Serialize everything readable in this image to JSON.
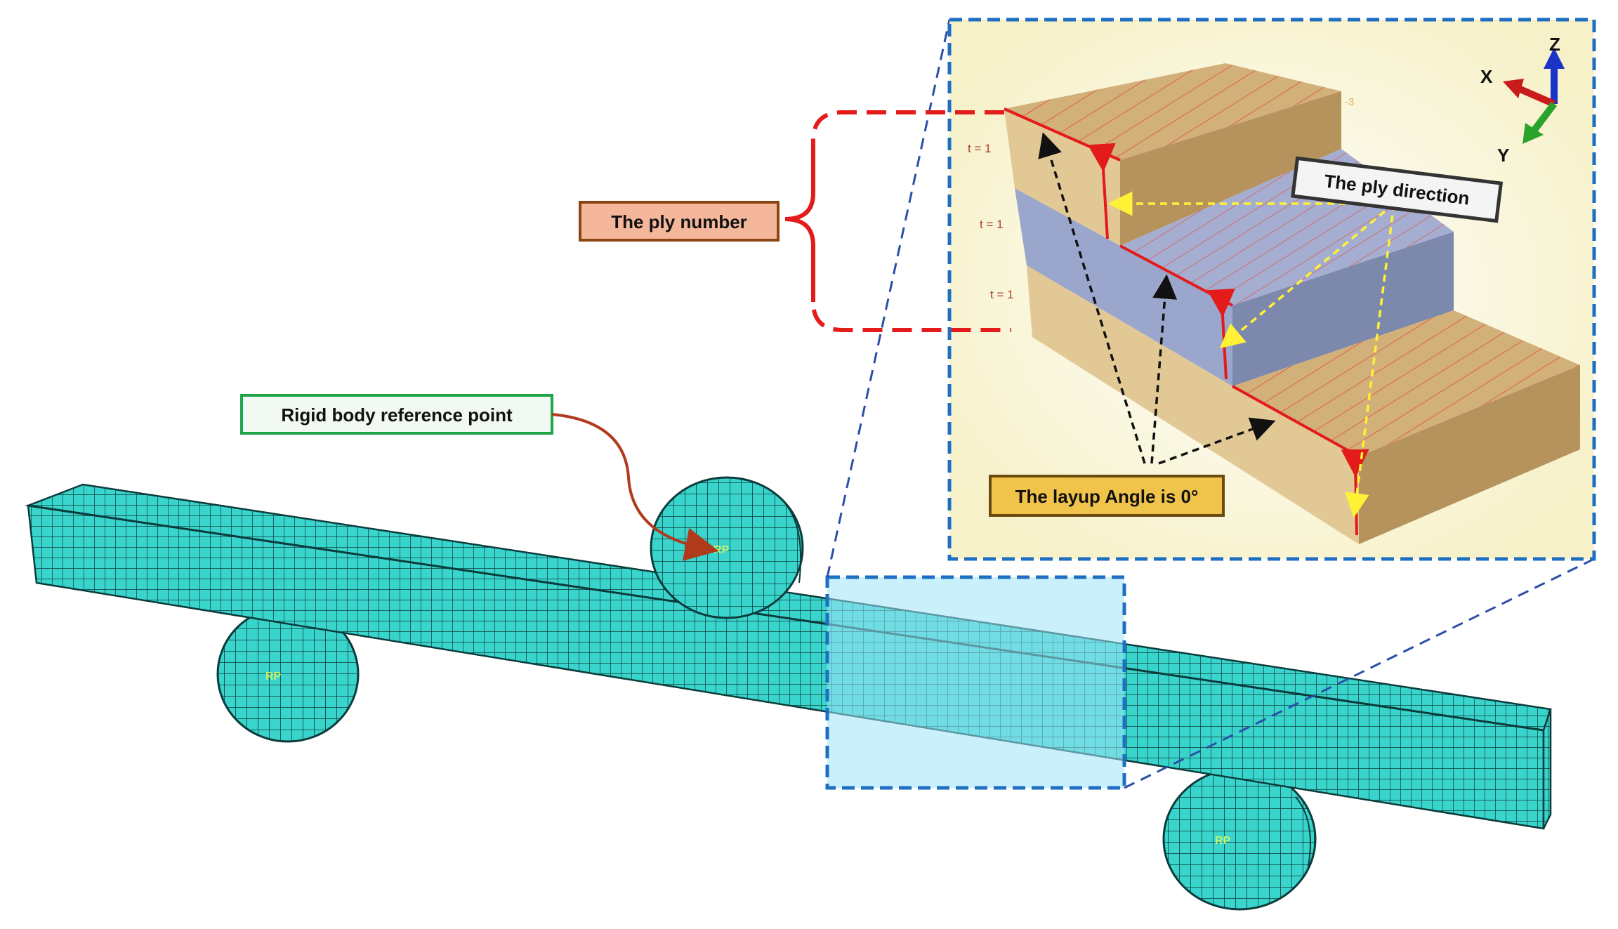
{
  "labels": {
    "rigid_body": "Rigid body reference point",
    "ply_number": "The ply number",
    "ply_direction": "The ply direction",
    "layup_angle": "The layup Angle is 0°"
  },
  "markers": {
    "rp": "RP",
    "thickness": "t = 1",
    "axis_x": "X",
    "axis_y": "Y",
    "axis_z": "Z",
    "edge_mark": "-3"
  },
  "colors": {
    "mesh_fill": "#39d5cc",
    "mesh_line": "#0c3b3b",
    "ply_tan": "#c9a66e",
    "ply_blue": "#8e9bc0",
    "inset_bg": "#fbf9dd",
    "frame_blue": "#1e6fc2",
    "highlight": "#9fe3f7",
    "red": "#e31b1b",
    "yellow": "#fff236",
    "callout_green": "#1fa64a",
    "callout_brown": "#8b4513",
    "callout_gold": "#f0c44a"
  },
  "icons": {
    "triad": "xyz-triad-icon",
    "leader": "curved-arrow-icon"
  }
}
